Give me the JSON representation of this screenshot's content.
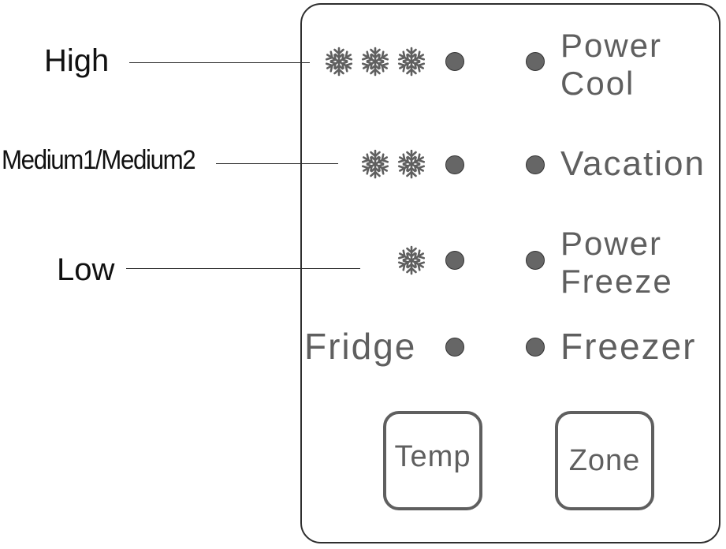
{
  "callouts": {
    "high": "High",
    "medium": "Medium1/Medium2",
    "low": "Low"
  },
  "indicators": {
    "power_cool_line1": "Power",
    "power_cool_line2": "Cool",
    "vacation": "Vacation",
    "power_freeze_line1": "Power",
    "power_freeze_line2": "Freeze",
    "fridge": "Fridge",
    "freezer": "Freezer"
  },
  "buttons": {
    "temp": "Temp",
    "zone": "Zone"
  },
  "snowflake_levels": {
    "high": 3,
    "medium": 2,
    "low": 1
  },
  "colors": {
    "panel_text": "#5f5f5f",
    "led_fill": "#666666",
    "callout_text": "#111111"
  },
  "icons": {
    "snowflake": "snowflake-icon",
    "led": "indicator-led"
  }
}
